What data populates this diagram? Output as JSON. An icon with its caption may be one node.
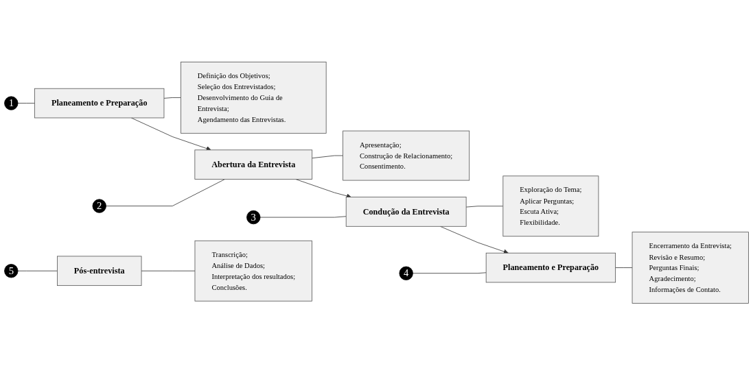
{
  "diagram": {
    "nodes": [
      {
        "text": [
          "1"
        ]
      },
      {
        "text": [
          "Planeamento e Preparação"
        ]
      },
      {
        "text": [
          "Definição dos Objetivos;",
          "Seleção dos Entrevistados;",
          "Desenvolvimento do Guia de Entrevista;",
          "Agendamento das Entrevistas."
        ]
      },
      {
        "text": [
          "2"
        ]
      },
      {
        "text": [
          "Abertura da Entrevista"
        ]
      },
      {
        "text": [
          "Apresentação;",
          "Construção de Relacionamento;",
          "Consentimento."
        ]
      },
      {
        "text": [
          "3"
        ]
      },
      {
        "text": [
          "Condução da Entrevista"
        ]
      },
      {
        "text": [
          "Exploração do Tema;",
          "Aplicar Perguntas;",
          "Escuta Ativa;",
          "Flexibilidade."
        ]
      },
      {
        "text": [
          "4"
        ]
      },
      {
        "text": [
          "Planeamento e Preparação"
        ]
      },
      {
        "text": [
          "Encerramento da Entrevista;",
          "Revisão e Resumo;",
          "Perguntas Finais;",
          "Agradecimento;",
          "Informações de Contato."
        ]
      },
      {
        "text": [
          "5"
        ]
      },
      {
        "text": [
          "Pós-entrevista"
        ]
      },
      {
        "text": [
          "Transcrição;",
          "Análise de Dados;",
          "Interpretação dos resultados;",
          "Conclusões."
        ]
      }
    ],
    "edges": [
      {
        "from": 0,
        "to": 1,
        "arrow": "none"
      },
      {
        "from": 1,
        "to": 2,
        "arrow": "none"
      },
      {
        "from": 1,
        "to": 4,
        "arrow": "to"
      },
      {
        "from": 3,
        "to": 4,
        "arrow": "none"
      },
      {
        "from": 4,
        "to": 5,
        "arrow": "none"
      },
      {
        "from": 4,
        "to": 7,
        "arrow": "to"
      },
      {
        "from": 6,
        "to": 7,
        "arrow": "none"
      },
      {
        "from": 7,
        "to": 8,
        "arrow": "none"
      },
      {
        "from": 7,
        "to": 10,
        "arrow": "to"
      },
      {
        "from": 9,
        "to": 10,
        "arrow": "none"
      },
      {
        "from": 10,
        "to": 11,
        "arrow": "none"
      },
      {
        "from": 12,
        "to": 13,
        "arrow": "none"
      },
      {
        "from": 13,
        "to": 14,
        "arrow": "none"
      }
    ]
  }
}
